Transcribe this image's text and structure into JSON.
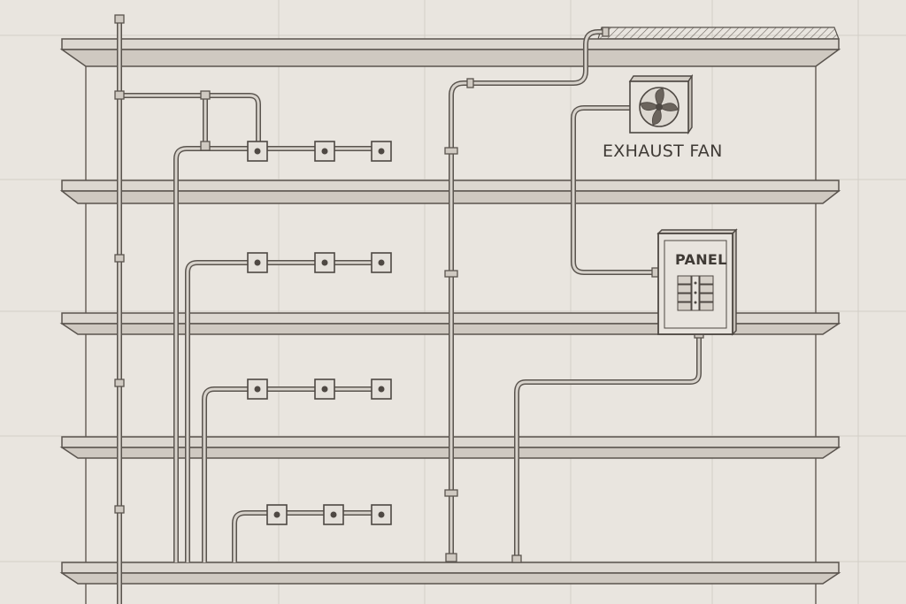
{
  "labels": {
    "exhaust_fan": "EXHAUST FAN",
    "panel": "PANEL"
  },
  "colors": {
    "background": "#e9e5df",
    "line": "#5a544e",
    "conduit_fill": "#d8d3cc",
    "panel_fill": "#e6e2dc"
  },
  "components": {
    "shelves": 5,
    "junction_boxes_per_row": [
      3,
      3,
      3,
      3
    ],
    "exhaust_fan_icon": "fan-icon",
    "panel_breakers": 8
  }
}
